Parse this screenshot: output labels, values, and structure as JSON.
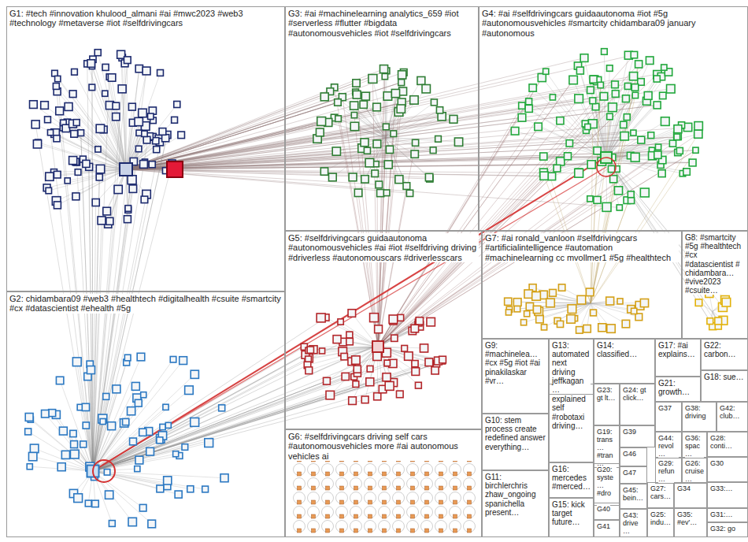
{
  "diagram": {
    "nodes": [
      {
        "text": [
          "G1: #tech #innovation khulood_almani #ai #mwc2023 #web3 #technology #metaverse #iot #selfdrivingcars"
        ]
      },
      {
        "text": [
          "G2: chidambara09 #web3 #healthtech #digitalhealth #csuite #smartcity #cx #datascientist #ehealth #5g"
        ]
      },
      {
        "text": [
          "G3: #ai #machinelearning analytics_659 #iot #serverless #flutter #bigdata #autonomousvehicles #iot #selfdrivingcars"
        ]
      },
      {
        "text": [
          "G4: #ai #selfdrivingcars guidaautonoma #iot #5g #autonomousvehicles #smartcity chidambara09 january #autonomous"
        ]
      },
      {
        "text": [
          "G5: #selfdrivingcars guidaautonoma #autonomousvehicles #ai #iot #selfdriving driving #driverless #autonomouscars #driverlesscars"
        ]
      },
      {
        "text": [
          "G6: #selfdrivingcars driving self cars #autonomousvehicles more #ai autonomous vehicles ai"
        ]
      },
      {
        "text": [
          "G7: #ai ronald_vanloon #selfdrivingcars #artificialintelligence #automation #machinelearning cc mvollmer1 #5g #healthtech"
        ]
      },
      {
        "text": [
          "G8: #smartcity #5g #healthtech #cx #datascientist # chidambara… #vive2023 #csuite…"
        ]
      },
      {
        "text": [
          "G9: #machinelea… #cx #5g #iot #ai pinakilaskar #vr…"
        ]
      },
      {
        "text": [
          "G10: stem process create redefined answer everything…"
        ]
      },
      {
        "text": [
          "G11: birchlerchris zhaw_ongoing spanichella present…"
        ]
      },
      {
        "text": [
          "G12: explained self #robotaxi driving…"
        ]
      },
      {
        "text": [
          "G13: automated next driving jeffkagan…"
        ]
      },
      {
        "text": [
          "G14: classified…"
        ]
      },
      {
        "text": [
          "G15: kick target future…"
        ]
      },
      {
        "text": [
          "G16: mercedes #merced…"
        ]
      },
      {
        "text": [
          "G17: #ai explains…"
        ]
      },
      {
        "text": [
          "G18: sue…"
        ]
      },
      {
        "text": [
          "G19: trans… #tran…"
        ]
      },
      {
        "text": [
          "G20: syste… #dro…"
        ]
      },
      {
        "text": [
          "G21: growth…"
        ]
      },
      {
        "text": [
          "G22: carbon…"
        ]
      },
      {
        "text": [
          "G23: gt lt…"
        ]
      },
      {
        "text": [
          "G24: gt click…"
        ]
      },
      {
        "text": [
          "G25: indu…"
        ]
      },
      {
        "text": [
          "G26: cruise…"
        ]
      },
      {
        "text": [
          "G27: cars…"
        ]
      },
      {
        "text": [
          "G28: conti…"
        ]
      },
      {
        "text": [
          "G29: refun…"
        ]
      },
      {
        "text": [
          "G30"
        ]
      },
      {
        "text": [
          "G31:…"
        ]
      },
      {
        "text": [
          "G32: go"
        ]
      },
      {
        "text": [
          "G33:…"
        ]
      },
      {
        "text": [
          "G34"
        ]
      },
      {
        "text": [
          "G35: #ev'…"
        ]
      },
      {
        "text": [
          "G36: spac…"
        ]
      },
      {
        "text": [
          "G37"
        ]
      },
      {
        "text": [
          "G38: driving"
        ]
      },
      {
        "text": [
          "G39"
        ]
      },
      {
        "text": [
          "G40"
        ]
      },
      {
        "text": [
          "G41"
        ]
      },
      {
        "text": [
          "G42: club…"
        ]
      },
      {
        "text": [
          "G43: drive…"
        ]
      },
      {
        "text": [
          "G44: revol…"
        ]
      },
      {
        "text": [
          "G45: bein…"
        ]
      },
      {
        "text": [
          "G46"
        ]
      },
      {
        "text": [
          "G47"
        ]
      }
    ]
  }
}
